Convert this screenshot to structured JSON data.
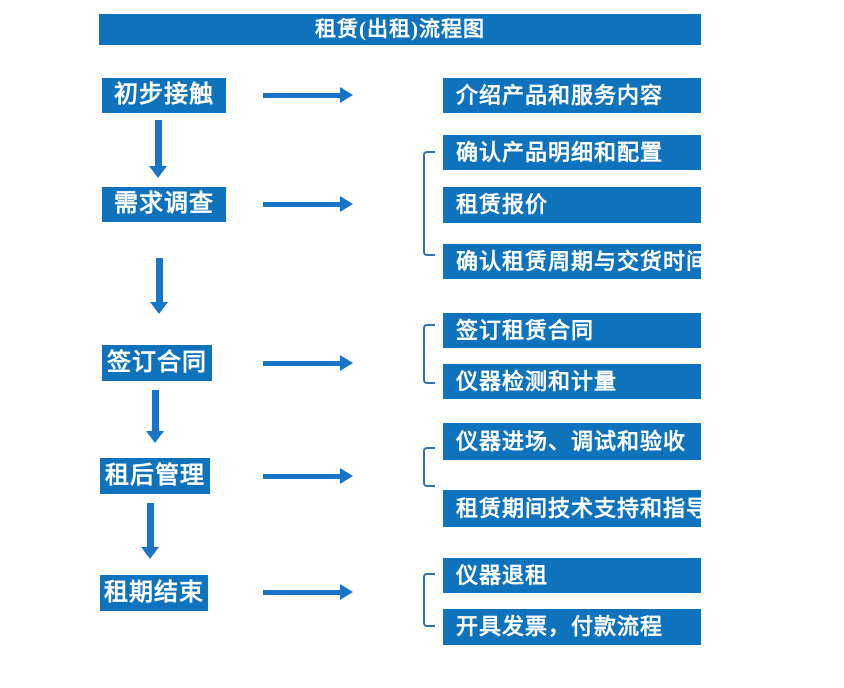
{
  "title": "租赁(出租)流程图",
  "colors": {
    "box_fill": "#0e72bc",
    "arrow": "#1874c8",
    "bracket": "#2e74b5",
    "text": "#ffffff",
    "background": "#ffffff"
  },
  "steps": [
    {
      "label": "初步接触",
      "details": [
        "介绍产品和服务内容"
      ]
    },
    {
      "label": "需求调查",
      "details": [
        "确认产品明细和配置",
        "租赁报价",
        "确认租赁周期与交货时间"
      ]
    },
    {
      "label": "签订合同",
      "details": [
        "签订租赁合同",
        "仪器检测和计量"
      ]
    },
    {
      "label": "租后管理",
      "details": [
        "仪器进场、调试和验收",
        "租赁期间技术支持和指导"
      ]
    },
    {
      "label": "租期结束",
      "details": [
        "仪器退租",
        "开具发票，付款流程"
      ]
    }
  ]
}
